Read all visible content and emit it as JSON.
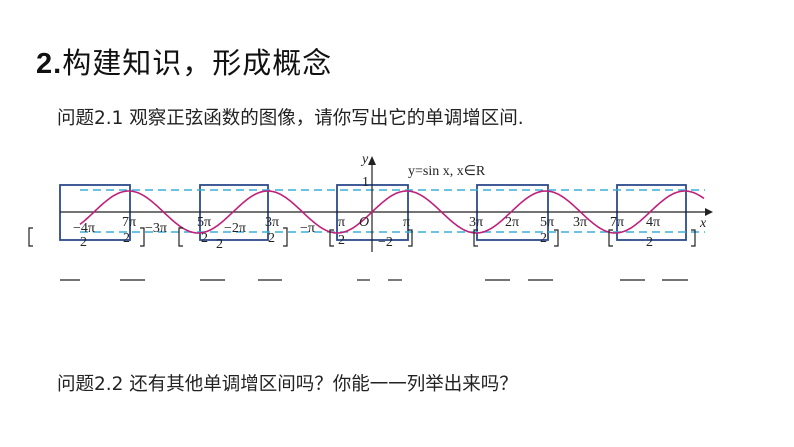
{
  "title": {
    "number": "2.",
    "text": "构建知识，形成概念"
  },
  "question_1": "问题2.1 观察正弦函数的图像，请你写出它的单调增区间.",
  "question_2": "问题2.2 还有其他单调增区间吗？你能一一列举出来吗？",
  "graph": {
    "function_label": "y=sin x, x∈R",
    "y_axis_label": "y",
    "x_axis_label": "x",
    "origin_label": "O",
    "one_label": "1",
    "tick_labels": [
      "−4π",
      "7π",
      "2",
      "−3π",
      "5π",
      "2",
      "−2π",
      "3π",
      "2",
      "−π",
      "π",
      "2",
      "−2",
      "π",
      "3π",
      "2π",
      "5π",
      "2",
      "3π",
      "7π",
      "4π",
      "2",
      "2",
      "2"
    ],
    "colors": {
      "curve": "#c0207a",
      "box": "#2c4a8a",
      "dashed": "#3aaed8",
      "axis": "#222222"
    }
  }
}
